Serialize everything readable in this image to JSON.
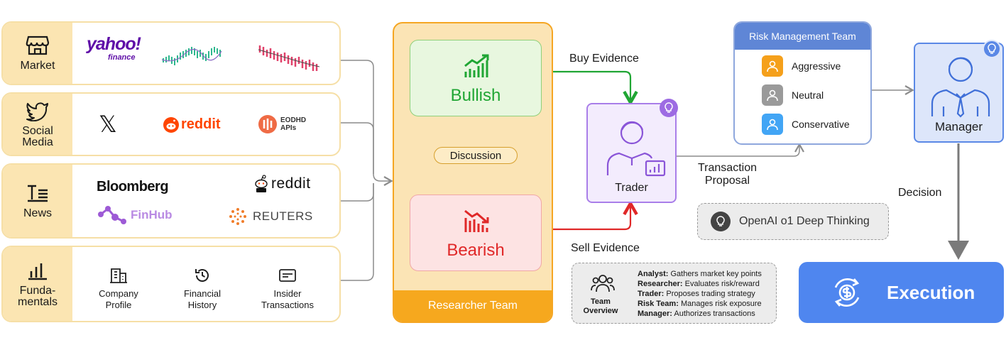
{
  "sources": [
    {
      "key": "market",
      "label": "Market",
      "icon": "storefront-icon",
      "logos": [
        "yahoo!",
        "finance"
      ]
    },
    {
      "key": "social",
      "label": "Social\nMedia",
      "icon": "twitter-bird-icon",
      "logos": [
        "𝕏",
        "reddit",
        "EODHD",
        "APIs"
      ]
    },
    {
      "key": "news",
      "label": "News",
      "icon": "newspaper-icon",
      "logos": [
        "Bloomberg",
        "reddit",
        "FinHub",
        "REUTERS"
      ]
    },
    {
      "key": "fundamentals",
      "label": "Funda-\nmentals",
      "icon": "bar-chart-icon",
      "items": [
        {
          "label": "Company\nProfile",
          "icon": "building-icon"
        },
        {
          "label": "Financial\nHistory",
          "icon": "history-icon"
        },
        {
          "label": "Insider\nTransactions",
          "icon": "document-icon"
        }
      ]
    }
  ],
  "researcher": {
    "title": "Researcher Team",
    "bullish": "Bullish",
    "bearish": "Bearish",
    "discussion": "Discussion"
  },
  "flows": {
    "buy": "Buy Evidence",
    "sell": "Sell Evidence",
    "proposal": "Transaction\nProposal",
    "decision": "Decision"
  },
  "trader": {
    "label": "Trader"
  },
  "risk": {
    "title": "Risk Management Team",
    "members": [
      {
        "label": "Aggressive",
        "color": "#f5a01b"
      },
      {
        "label": "Neutral",
        "color": "#9a9a9a"
      },
      {
        "label": "Conservative",
        "color": "#42a5f5"
      }
    ]
  },
  "manager": {
    "label": "Manager"
  },
  "execution": {
    "label": "Execution"
  },
  "deep_thinking": {
    "label": "OpenAI o1 Deep Thinking"
  },
  "overview": {
    "title": "Team\nOverview",
    "lines": [
      {
        "role": "Analyst:",
        "desc": "Gathers market key points"
      },
      {
        "role": "Researcher:",
        "desc": "Evaluates risk/reward"
      },
      {
        "role": "Trader:",
        "desc": "Proposes trading strategy"
      },
      {
        "role": "Risk Team:",
        "desc": "Manages risk exposure"
      },
      {
        "role": "Manager:",
        "desc": "Authorizes transactions"
      }
    ]
  },
  "colors": {
    "bull": "#20a634",
    "bear": "#e02828",
    "researcher": "#f6a81e",
    "trader": "#a97ee9",
    "manager": "#5a88e6",
    "execution": "#4f86ef"
  }
}
